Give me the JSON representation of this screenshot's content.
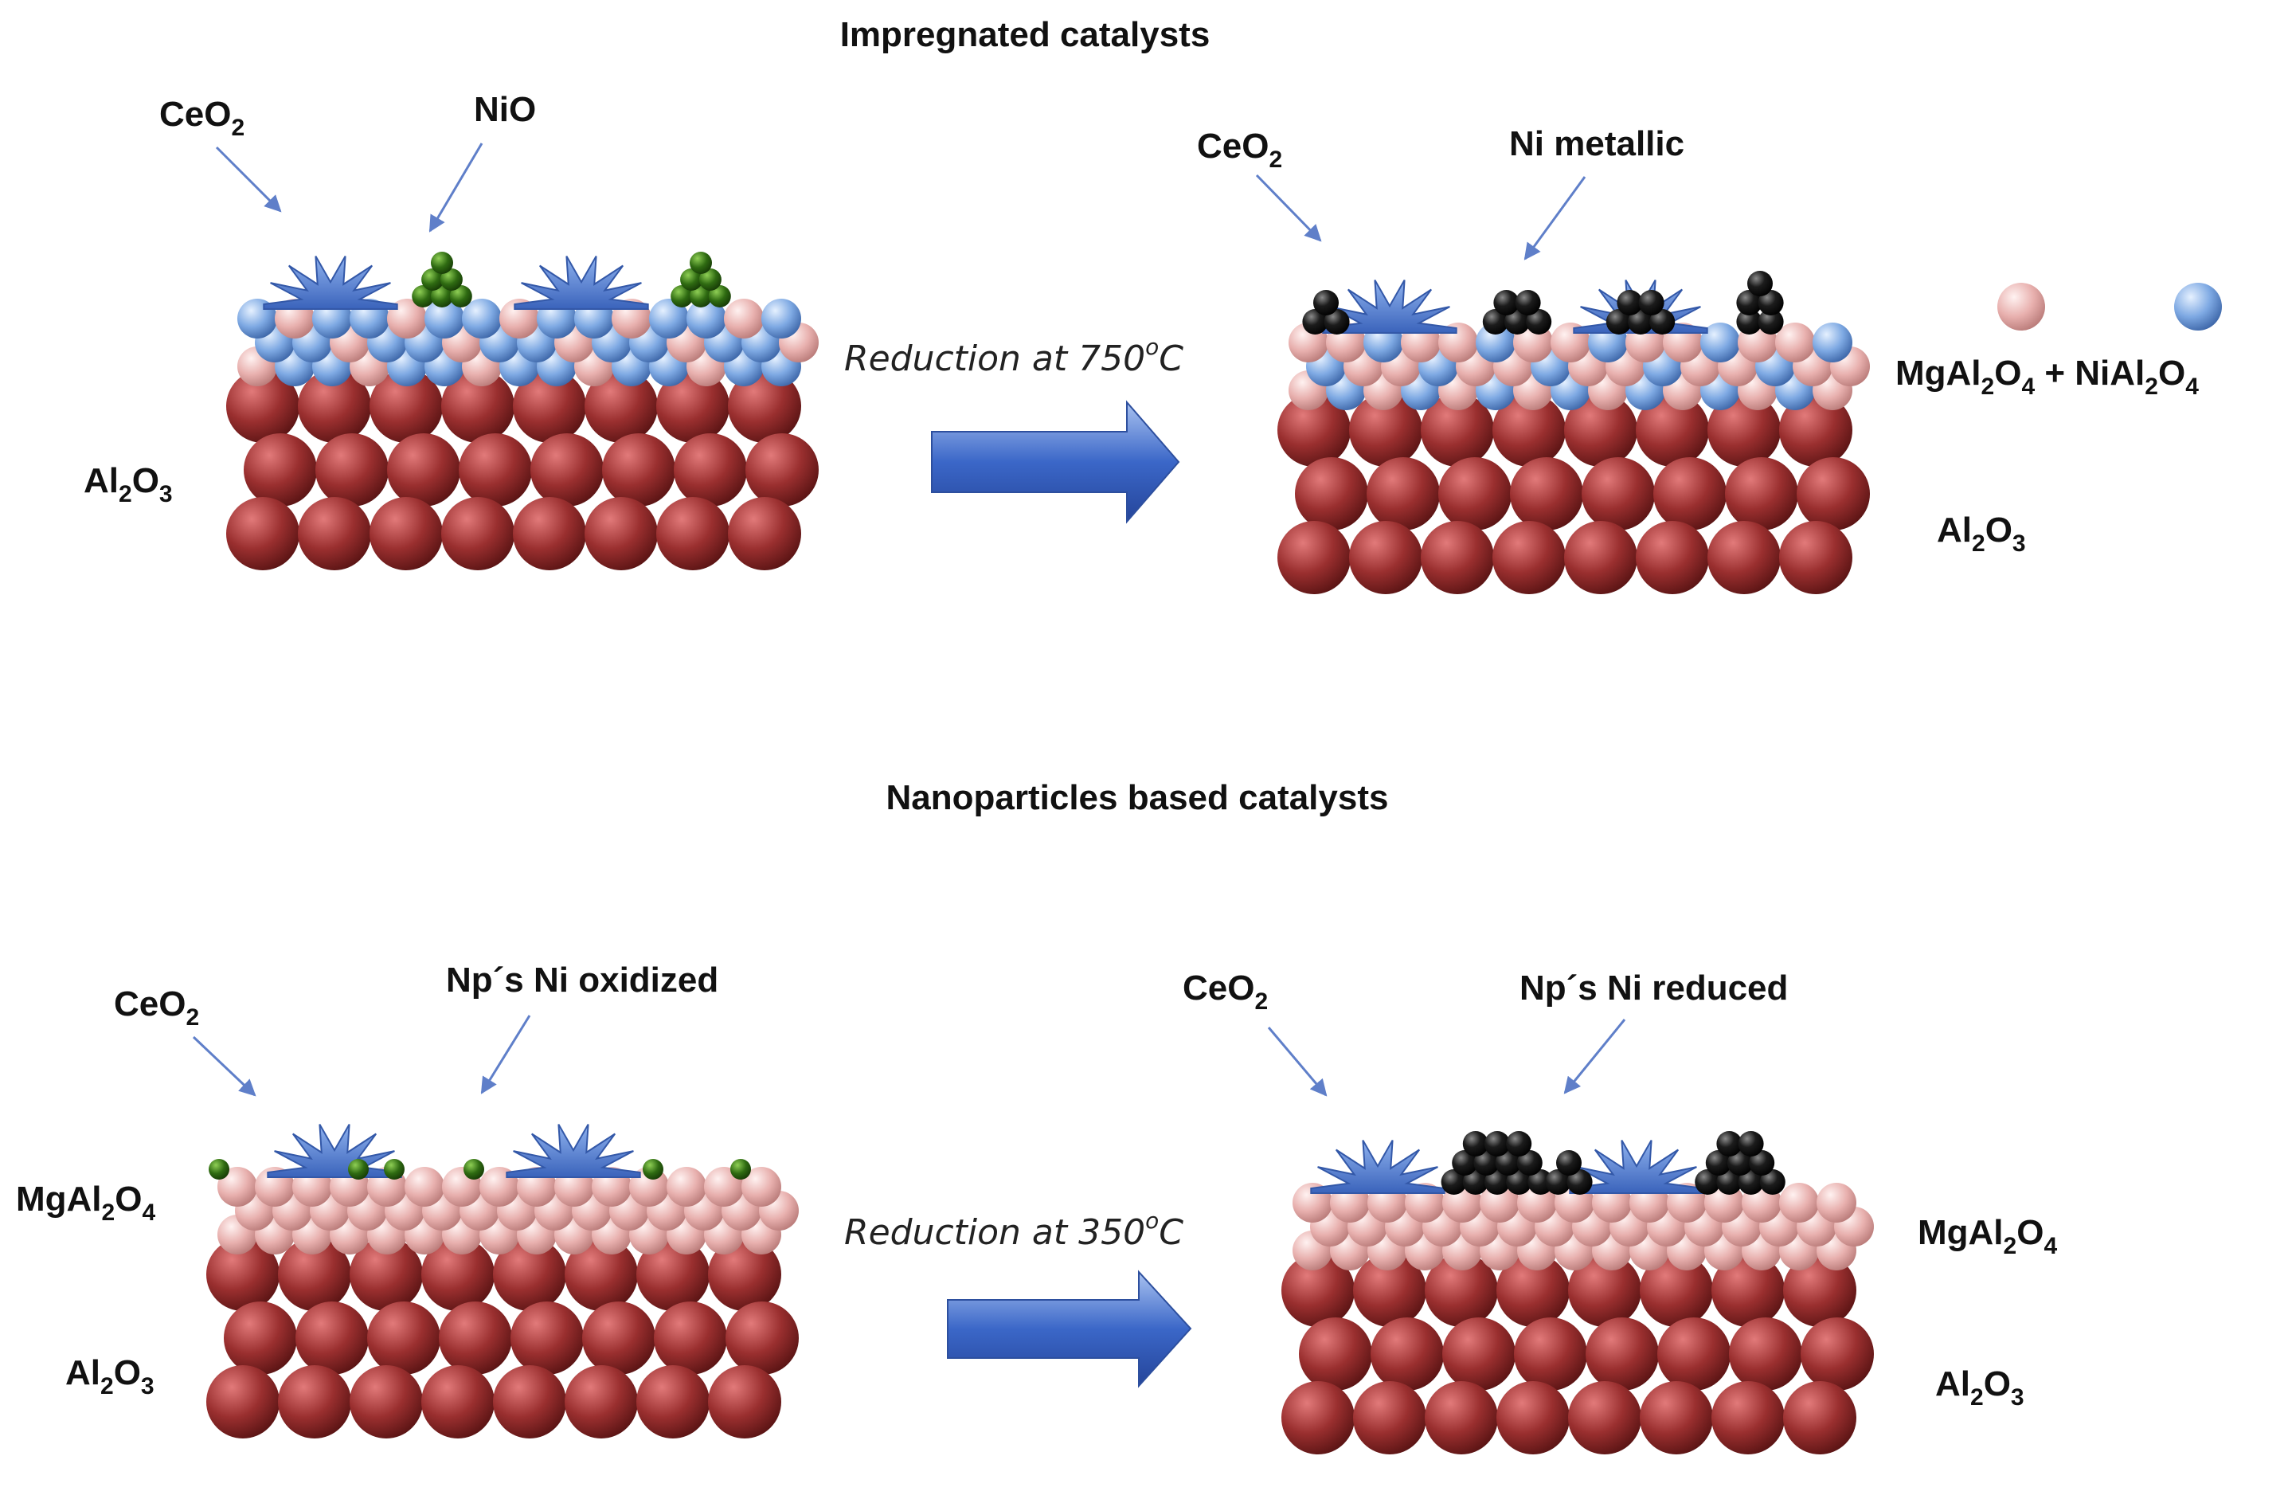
{
  "panels": {
    "impregnated": {
      "title": "Impregnated catalysts",
      "reaction": {
        "prefix": "Reduction at 750",
        "sup": "o",
        "suffix": "C"
      },
      "left": {
        "ceo2": {
          "main": "CeO",
          "sub": "2"
        },
        "nio": "NiO",
        "al2o3": {
          "a": "Al",
          "s1": "2",
          "b": "O",
          "s2": "3"
        }
      },
      "right": {
        "ceo2": {
          "main": "CeO",
          "sub": "2"
        },
        "ni_metallic": "Ni metallic",
        "legend": {
          "a": "MgAl",
          "s1": "2",
          "b": "O",
          "s2": "4",
          "plus": " + NiAl",
          "s3": "2",
          "c": "O",
          "s4": "4"
        },
        "al2o3": {
          "a": "Al",
          "s1": "2",
          "b": "O",
          "s2": "3"
        }
      }
    },
    "nanoparticles": {
      "title": "Nanoparticles based catalysts",
      "reaction": {
        "prefix": "Reduction at 350",
        "sup": "o",
        "suffix": "C"
      },
      "left": {
        "ceo2": {
          "main": "CeO",
          "sub": "2"
        },
        "ni_oxidized": "Np´s Ni oxidized",
        "mgal2o4": {
          "a": "MgAl",
          "s1": "2",
          "b": "O",
          "s2": "4"
        },
        "al2o3": {
          "a": "Al",
          "s1": "2",
          "b": "O",
          "s2": "3"
        }
      },
      "right": {
        "ceo2": {
          "main": "CeO",
          "sub": "2"
        },
        "ni_reduced": "Np´s Ni reduced",
        "mgal2o4": {
          "a": "MgAl",
          "s1": "2",
          "b": "O",
          "s2": "4"
        },
        "al2o3": {
          "a": "Al",
          "s1": "2",
          "b": "O",
          "s2": "3"
        }
      }
    }
  },
  "colors": {
    "al2o3": "#8e2a2a",
    "mgal2o4": "#e8b4b2",
    "nial2o4": "#7aa6e0",
    "ceo2": "#4a78cf",
    "nio": "#2f6b12",
    "ni_metal": "#151515",
    "arrow": "#3b67c8",
    "pointer": "#5f7fc9"
  }
}
